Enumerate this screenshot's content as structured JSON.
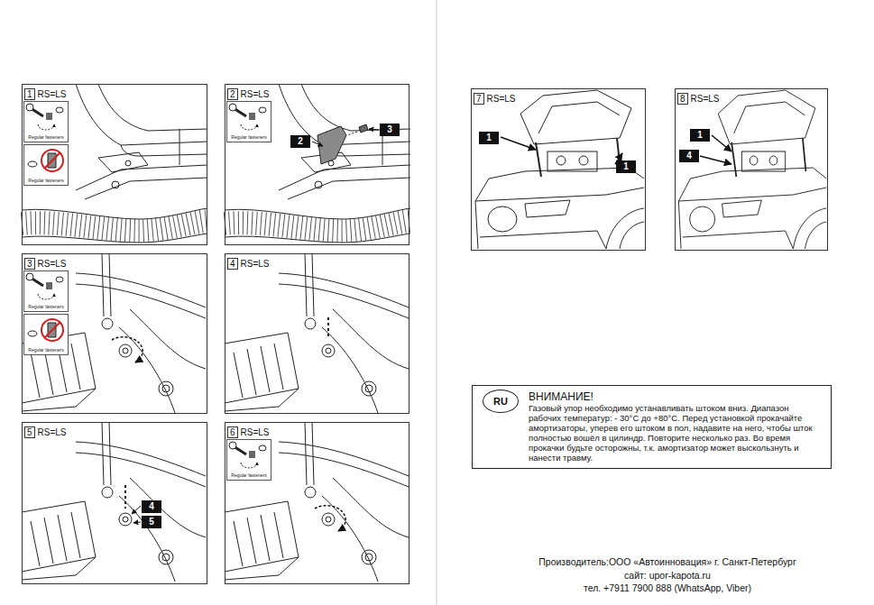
{
  "diagram": {
    "nodes": [
      {
        "text": [
          "1",
          "RS=LS"
        ]
      },
      {
        "text": [
          "Regular fasteners"
        ],
        "in": 0
      },
      {
        "text": [
          "Regular fasteners"
        ],
        "in": 0
      },
      {
        "text": [
          "2",
          "RS=LS"
        ]
      },
      {
        "text": [
          "Regular fasteners"
        ],
        "in": 3
      },
      {
        "text": [
          "2"
        ],
        "in": 3
      },
      {
        "text": [
          "3"
        ],
        "in": 3
      },
      {
        "text": [
          "3",
          "RS=LS"
        ]
      },
      {
        "text": [
          "Regular fasteners"
        ],
        "in": 7
      },
      {
        "text": [
          "Regular fasteners"
        ],
        "in": 7
      },
      {
        "text": [
          "4",
          "RS=LS"
        ]
      },
      {
        "text": [
          "5",
          "RS=LS"
        ]
      },
      {
        "text": [
          "4"
        ],
        "in": 11
      },
      {
        "text": [
          "5"
        ],
        "in": 11
      },
      {
        "text": [
          "6",
          "RS=LS"
        ]
      },
      {
        "text": [
          "Regular fasteners"
        ],
        "in": 14
      },
      {
        "text": [
          "7",
          "RS=LS"
        ]
      },
      {
        "text": [
          "1"
        ],
        "in": 16
      },
      {
        "text": [
          "1"
        ],
        "in": 16
      },
      {
        "text": [
          "8",
          "RS=LS"
        ]
      },
      {
        "text": [
          "1"
        ],
        "in": 19
      },
      {
        "text": [
          "4"
        ],
        "in": 19
      },
      {
        "text": [
          "ВНИМАНИЕ!",
          "Газовый упор необходимо устанавливать штоком вниз. Диапазон рабочих температур: - 30°C до +80°C. Перед установкой прокачайте амортизаторы, уперев его штоком в пол, надавите на него, чтобы шток полностью вошёл в цилиндр. Повторите несколько раз. Во время прокачки будьте осторожны, т.к. амортизатор может выскользнуть и нанести травму."
        ]
      },
      {
        "text": [
          "RU"
        ],
        "in": 22
      }
    ],
    "labels": [
      "Производитель:ООО «Автоинновация» г. Санкт-Петербург",
      "сайт: upor-kapota.ru",
      "тел. +7911 7900 888 (WhatsApp, Viber)"
    ]
  }
}
